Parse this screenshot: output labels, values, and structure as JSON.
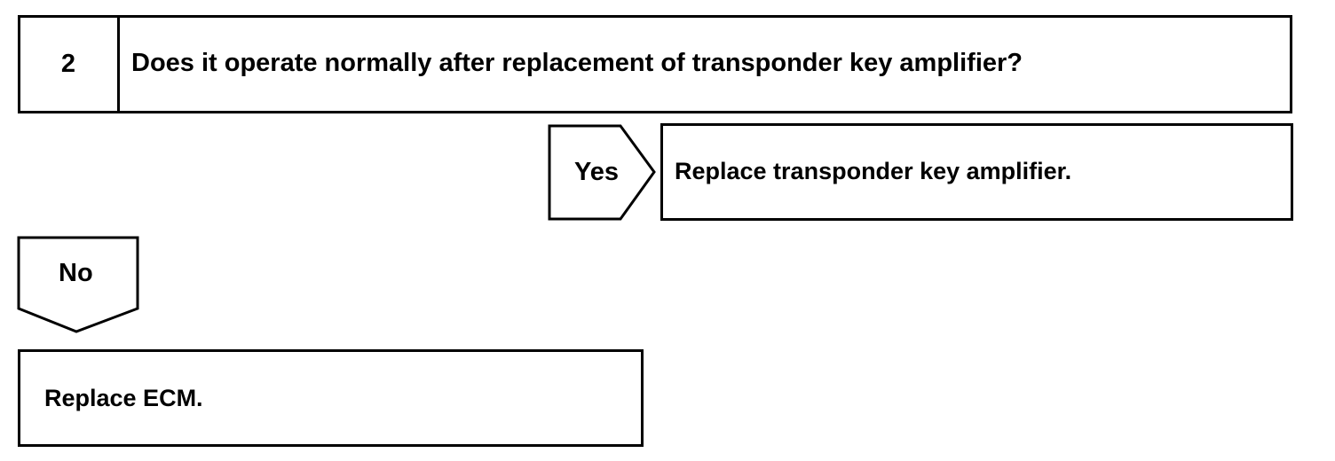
{
  "step": {
    "number": "2",
    "question": "Does it operate normally after replacement of transponder key amplifier?"
  },
  "yes_branch": {
    "label": "Yes",
    "result": "Replace transponder key amplifier."
  },
  "no_branch": {
    "label": "No",
    "result": "Replace ECM."
  }
}
